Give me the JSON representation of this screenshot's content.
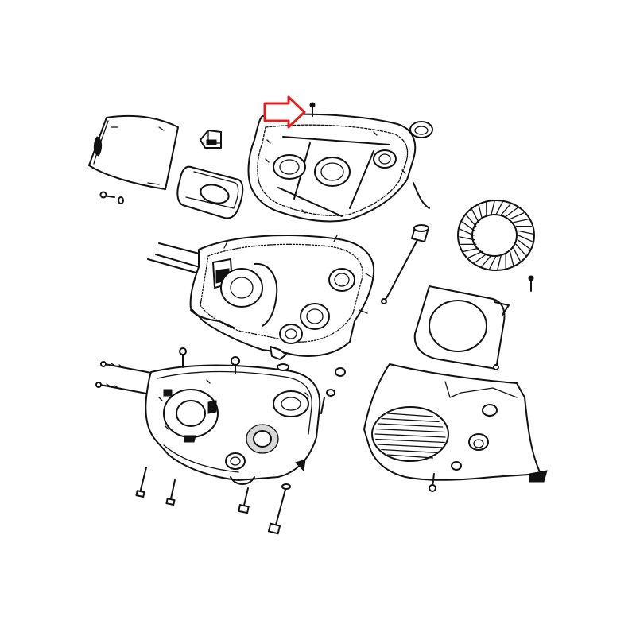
{
  "diagram": {
    "kind": "exploded-parts-view",
    "highlight_color": "#e02020",
    "highlight_target": "cover-screw",
    "parts": [
      "clear-lens",
      "bracket-clip",
      "small-screw-and-nut",
      "rubber-grommet-plate",
      "transmission-cover",
      "cover-screw",
      "oil-seal-ring",
      "cover-gasket",
      "dipstick",
      "flywheel-fan",
      "fan-cowl-plate",
      "fan-shroud",
      "crankcase-half-left",
      "crankcase-half-right",
      "long-studs",
      "bolts"
    ]
  }
}
